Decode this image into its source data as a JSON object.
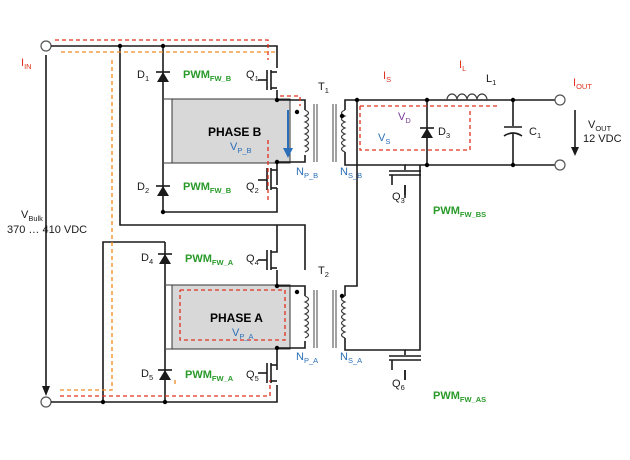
{
  "colors": {
    "current_labels": "#e0301e",
    "voltage_labels": "#2a6fb8",
    "pwm_labels": "#2a9a2a",
    "diode_voltage_label": "#7a3b9a",
    "phase_box_fill": "#d8d8d8",
    "current_path_main": "#e0301e",
    "current_path_return": "#f08a24"
  },
  "labels": {
    "i_in": {
      "main": "I",
      "sub": "IN"
    },
    "d1": {
      "main": "D",
      "sub": "1"
    },
    "d2": {
      "main": "D",
      "sub": "2"
    },
    "d3": {
      "main": "D",
      "sub": "3"
    },
    "d4": {
      "main": "D",
      "sub": "4"
    },
    "d5": {
      "main": "D",
      "sub": "5"
    },
    "q1": {
      "main": "Q",
      "sub": "1"
    },
    "q2": {
      "main": "Q",
      "sub": "2"
    },
    "q3": {
      "main": "Q",
      "sub": "3"
    },
    "q4": {
      "main": "Q",
      "sub": "4"
    },
    "q5": {
      "main": "Q",
      "sub": "5"
    },
    "q6": {
      "main": "Q",
      "sub": "6"
    },
    "t1": {
      "main": "T",
      "sub": "1"
    },
    "t2": {
      "main": "T",
      "sub": "2"
    },
    "l1": {
      "main": "L",
      "sub": "1"
    },
    "c1": {
      "main": "C",
      "sub": "1"
    },
    "pwm_q1": {
      "main": "PWM",
      "sub": "FW_B"
    },
    "pwm_q2": {
      "main": "PWM",
      "sub": "FW_B"
    },
    "pwm_q4": {
      "main": "PWM",
      "sub": "FW_A"
    },
    "pwm_q5": {
      "main": "PWM",
      "sub": "FW_A"
    },
    "pwm_bs": {
      "main": "PWM",
      "sub": "FW_BS"
    },
    "pwm_as": {
      "main": "PWM",
      "sub": "FW_AS"
    },
    "phase_b": "PHASE B",
    "phase_a": "PHASE A",
    "vp_b": {
      "main": "V",
      "sub": "P_B"
    },
    "vp_a": {
      "main": "V",
      "sub": "P_A"
    },
    "np_b": {
      "main": "N",
      "sub": "P_B"
    },
    "np_a": {
      "main": "N",
      "sub": "P_A"
    },
    "ns_b": {
      "main": "N",
      "sub": "S_B"
    },
    "ns_a": {
      "main": "N",
      "sub": "S_A"
    },
    "v_bulk": {
      "main": "V",
      "sub": "Bulk"
    },
    "v_bulk_range": "370 … 410 VDC",
    "i_s": {
      "main": "I",
      "sub": "S"
    },
    "i_l": {
      "main": "I",
      "sub": "L"
    },
    "i_out": {
      "main": "I",
      "sub": "OUT"
    },
    "v_d": {
      "main": "V",
      "sub": "D"
    },
    "v_s": {
      "main": "V",
      "sub": "S"
    },
    "v_out": {
      "main": "V",
      "sub": "OUT"
    },
    "v_out_value": "12 VDC"
  }
}
